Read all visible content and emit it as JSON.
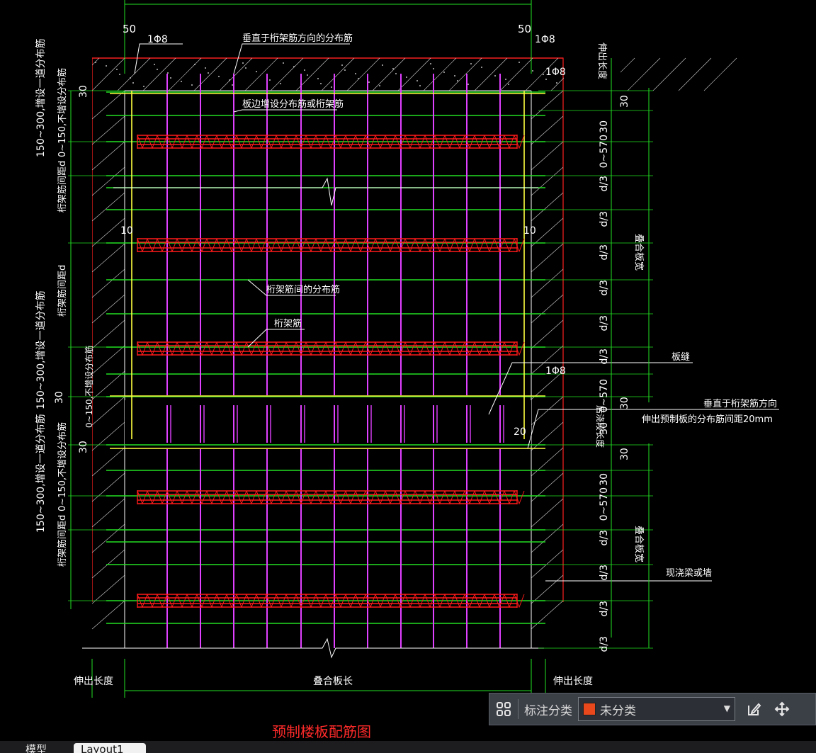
{
  "drawing": {
    "dim_left_end": "50",
    "dim_right_end": "50",
    "bar_1phi8": "1Φ8",
    "label_vertical_dist": "垂直于桁架筋方向的分布筋",
    "label_edge_dist": "板边增设分布筋或桁架筋",
    "label_truss_dist": "桁架筋间的分布筋",
    "label_truss": "桁架筋",
    "label_slab_joint": "板缝",
    "label_perp_truss": "垂直于桁架筋方向",
    "label_extend_20": "伸出预制板的分布筋间距20mm",
    "label_cast_beam": "现浇梁或墙",
    "dim_10": "10",
    "dim_20": "20",
    "dim_30": "30",
    "dim_0_570": "0~570",
    "dim_d3": "d/3",
    "left_150_300": "150~300,增设一道分布筋",
    "left_0_150": "0~150,不增设分布筋",
    "left_truss_d": "桁架筋间距d",
    "right_extend_len": "伸出长度",
    "right_slab_width": "叠合板宽",
    "right_cast_len": "后浇段长度",
    "bottom_extend_len": "伸出长度",
    "bottom_slab_len": "叠合板长",
    "title": "预制楼板配筋图"
  },
  "toolbar": {
    "grid_icon": "grid-icon",
    "label": "标注分类",
    "selected": "未分类",
    "swatch_color": "#e8481c",
    "edit_icon": "edit-icon",
    "move_icon": "move-icon"
  },
  "tabs": [
    "模型",
    "Layout1"
  ],
  "colors": {
    "concrete": "#ff2020",
    "green": "#22e022",
    "magenta": "#e040ff",
    "truss": "#ff1a1a",
    "yellow": "#ffff40",
    "white": "#ffffff"
  }
}
